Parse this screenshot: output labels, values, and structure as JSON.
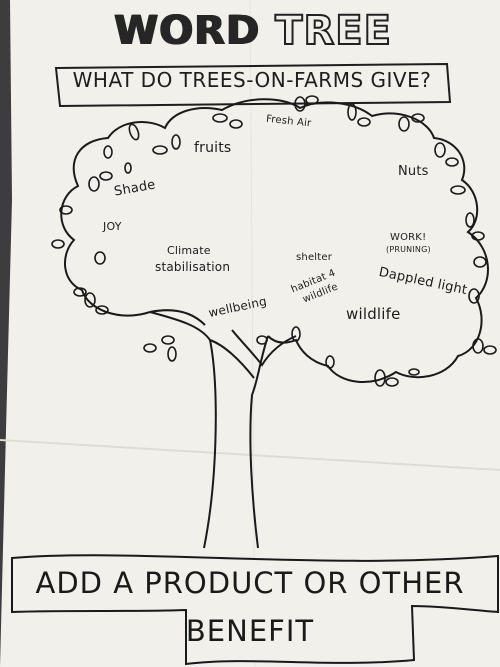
{
  "poster": {
    "title": "WORD TREE",
    "question": "WHAT DO TREES-ON-FARMS GIVE?",
    "banner": {
      "line1": "ADD A PRODUCT OR OTHER",
      "line2": "BENEFIT"
    }
  },
  "tree_words": {
    "fresh_air": "Fresh Air",
    "fruits": "fruits",
    "nuts": "Nuts",
    "shade": "Shade",
    "joy": "JOY",
    "climate": "Climate",
    "stabilisation": "stabilisation",
    "shelter": "shelter",
    "habitat_wildlife_1": "habitat 4",
    "habitat_wildlife_2": "wildlife",
    "work": "WORK!",
    "pruning": "(PRUNING)",
    "dappled_light": "Dappled light",
    "wellbeing": "wellbeing",
    "wildlife": "wildlife"
  },
  "colors": {
    "paper": "#f1f0ea",
    "ink": "#1c1c1c",
    "background": "#3d3d3f"
  }
}
